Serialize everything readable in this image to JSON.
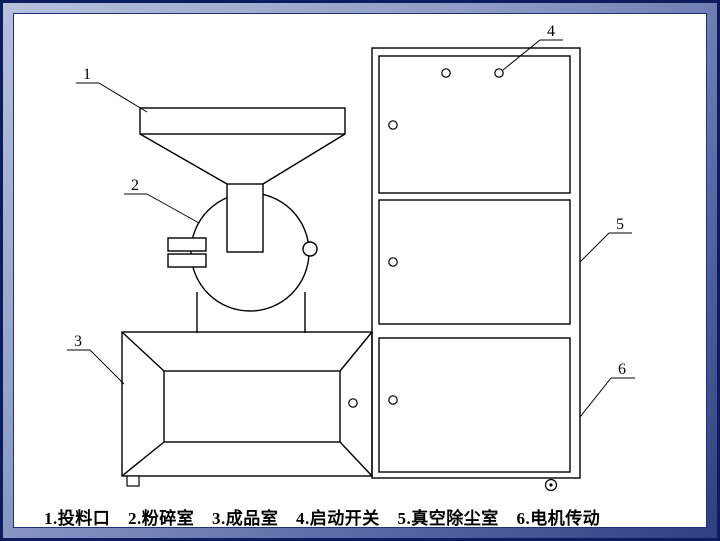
{
  "slide": {
    "frame": {
      "outer_color": "#0d1c5e",
      "bevel_light": "#b7c1dc",
      "bevel_dark": "#2e3f7e",
      "canvas_color": "#ffffff"
    }
  },
  "diagram": {
    "type": "technical-line-drawing",
    "subject": "pulverizer-machine-schematic",
    "stroke_color": "#000000",
    "callouts": [
      {
        "number": "1",
        "label": "投料口"
      },
      {
        "number": "2",
        "label": "粉碎室"
      },
      {
        "number": "3",
        "label": "成品室"
      },
      {
        "number": "4",
        "label": "启动开关"
      },
      {
        "number": "5",
        "label": "真空除尘室"
      },
      {
        "number": "6",
        "label": "电机传动"
      }
    ],
    "legend_items": [
      {
        "text": "1.投料口"
      },
      {
        "text": "2.粉碎室"
      },
      {
        "text": "3.成品室"
      },
      {
        "text": "4.启动开关"
      },
      {
        "text": "5.真空除尘室"
      },
      {
        "text": "6.电机传动"
      }
    ]
  }
}
